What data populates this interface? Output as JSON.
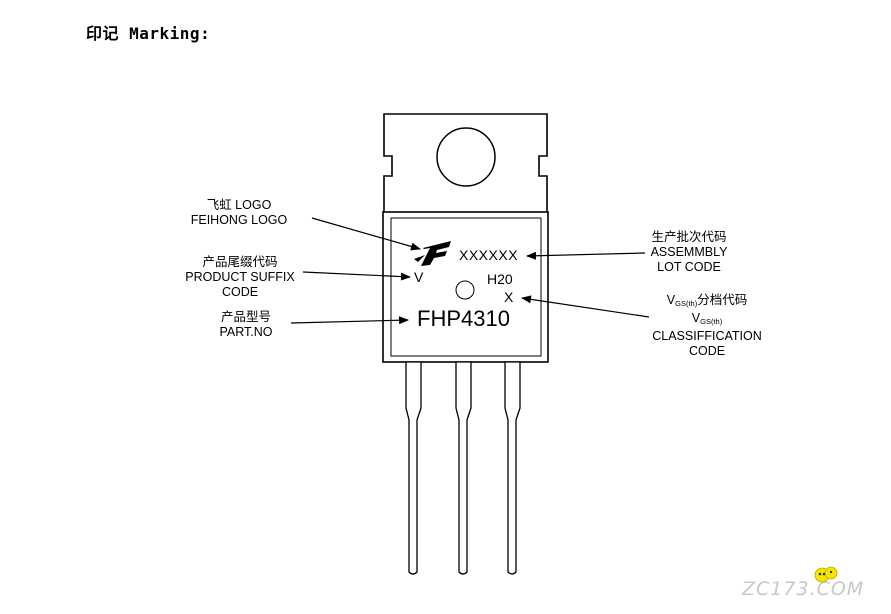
{
  "heading": "印记 Marking:",
  "labels": {
    "logo_cn": "飞虹 LOGO",
    "logo_en": "FEIHONG LOGO",
    "suffix_cn": "产品尾缀代码",
    "suffix_en1": "PRODUCT SUFFIX",
    "suffix_en2": "CODE",
    "part_cn": "产品型号",
    "part_en": "PART.NO",
    "lot_cn": "生产批次代码",
    "lot_en1": "ASSEMMBLY",
    "lot_en2": "LOT CODE",
    "vgs_v": "V",
    "vgs_sub": "GS(th)",
    "vgs_cn": "分档代码",
    "vgs_en1": "CLASSIFFICATION",
    "vgs_en2": "CODE"
  },
  "package": {
    "lot_code": "XXXXXX",
    "suffix": "V",
    "code": "H20",
    "class": "X",
    "part_number": "FHP4310"
  },
  "watermark": "ZC173.COM",
  "colors": {
    "ink": "#000000",
    "watermark": "#c9c9c9",
    "watermark_face": "#f5e600"
  }
}
